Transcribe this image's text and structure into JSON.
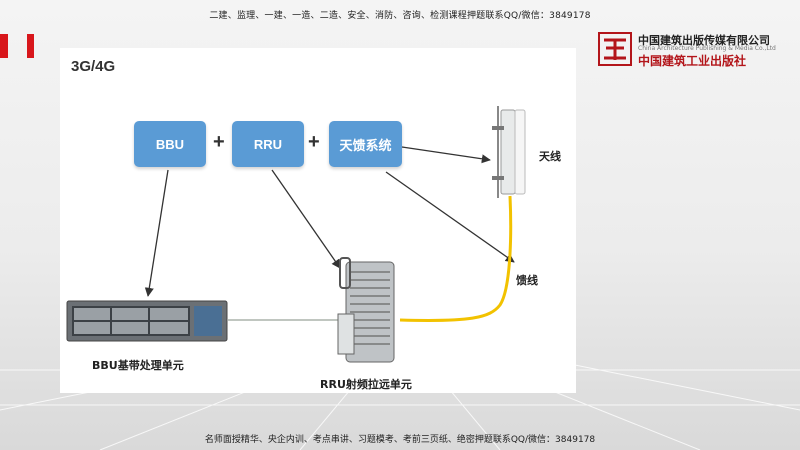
{
  "banner": {
    "top": "二建、监理、一建、一造、二造、安全、消防、咨询、检测课程押题联系QQ/微信：3849178",
    "bottom": "名师面授精华、央企内训、考点串讲、习题模考、考前三页纸、绝密押题联系QQ/微信：3849178"
  },
  "publisher": {
    "name_cn": "中国建筑出版传媒有限公司",
    "name_en": "China Architecture Publishing & Media Co.,Ltd",
    "name_cn2": "中国建筑工业出版社"
  },
  "slide": {
    "heading": "3G/4G",
    "boxes": {
      "bbu": "BBU",
      "rru": "RRU",
      "feeder_system": "天馈系统"
    },
    "plus_1": "+",
    "plus_2": "+",
    "labels": {
      "antenna": "天线",
      "feeder": "馈线",
      "bbu_unit": "BBU基带处理单元",
      "rru_unit": "RRU射频拉远单元"
    }
  },
  "colors": {
    "box": "#5a9bd5",
    "feeder_cable": "#f2c200",
    "brand_red": "#d8161b"
  }
}
